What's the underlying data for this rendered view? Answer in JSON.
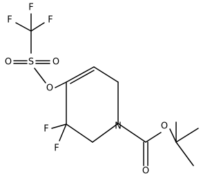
{
  "molecule": {
    "labels": {
      "f_cf3_left": "F",
      "f_cf3_right": "F",
      "f_cf3_bottom": "F",
      "s": "S",
      "o_sulfonyl_left": "O",
      "o_sulfonyl_right": "O",
      "o_triflate_ester": "O",
      "f_ring_left": "F",
      "f_ring_bottom": "F",
      "n": "N",
      "o_carbamate_ester": "O",
      "o_carbonyl": "O"
    },
    "colors": {
      "bond": "#000000",
      "label": "#000000"
    }
  }
}
